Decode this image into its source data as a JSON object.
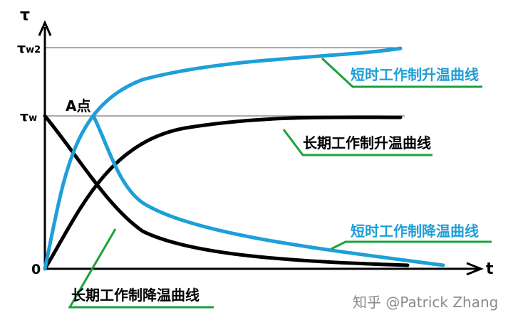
{
  "axes": {
    "y_label": "τ",
    "x_label": "t",
    "origin_label": "0",
    "tau_w2_main": "τ",
    "tau_w2_sub": "w2",
    "tau_w_main": "τ",
    "tau_w_sub": "w"
  },
  "point_a_label": "A点",
  "curve_labels": {
    "short_heat": "短时工作制升温曲线",
    "long_heat": "长期工作制升温曲线",
    "short_cool": "短时工作制降温曲线",
    "long_cool": "长期工作制降温曲线"
  },
  "colors": {
    "blue_curve": "#1e9fd8",
    "black_curve": "#000000",
    "callout_green": "#1aa23a",
    "reference_line": "#555555"
  },
  "watermark": "知乎 @Patrick Zhang"
}
